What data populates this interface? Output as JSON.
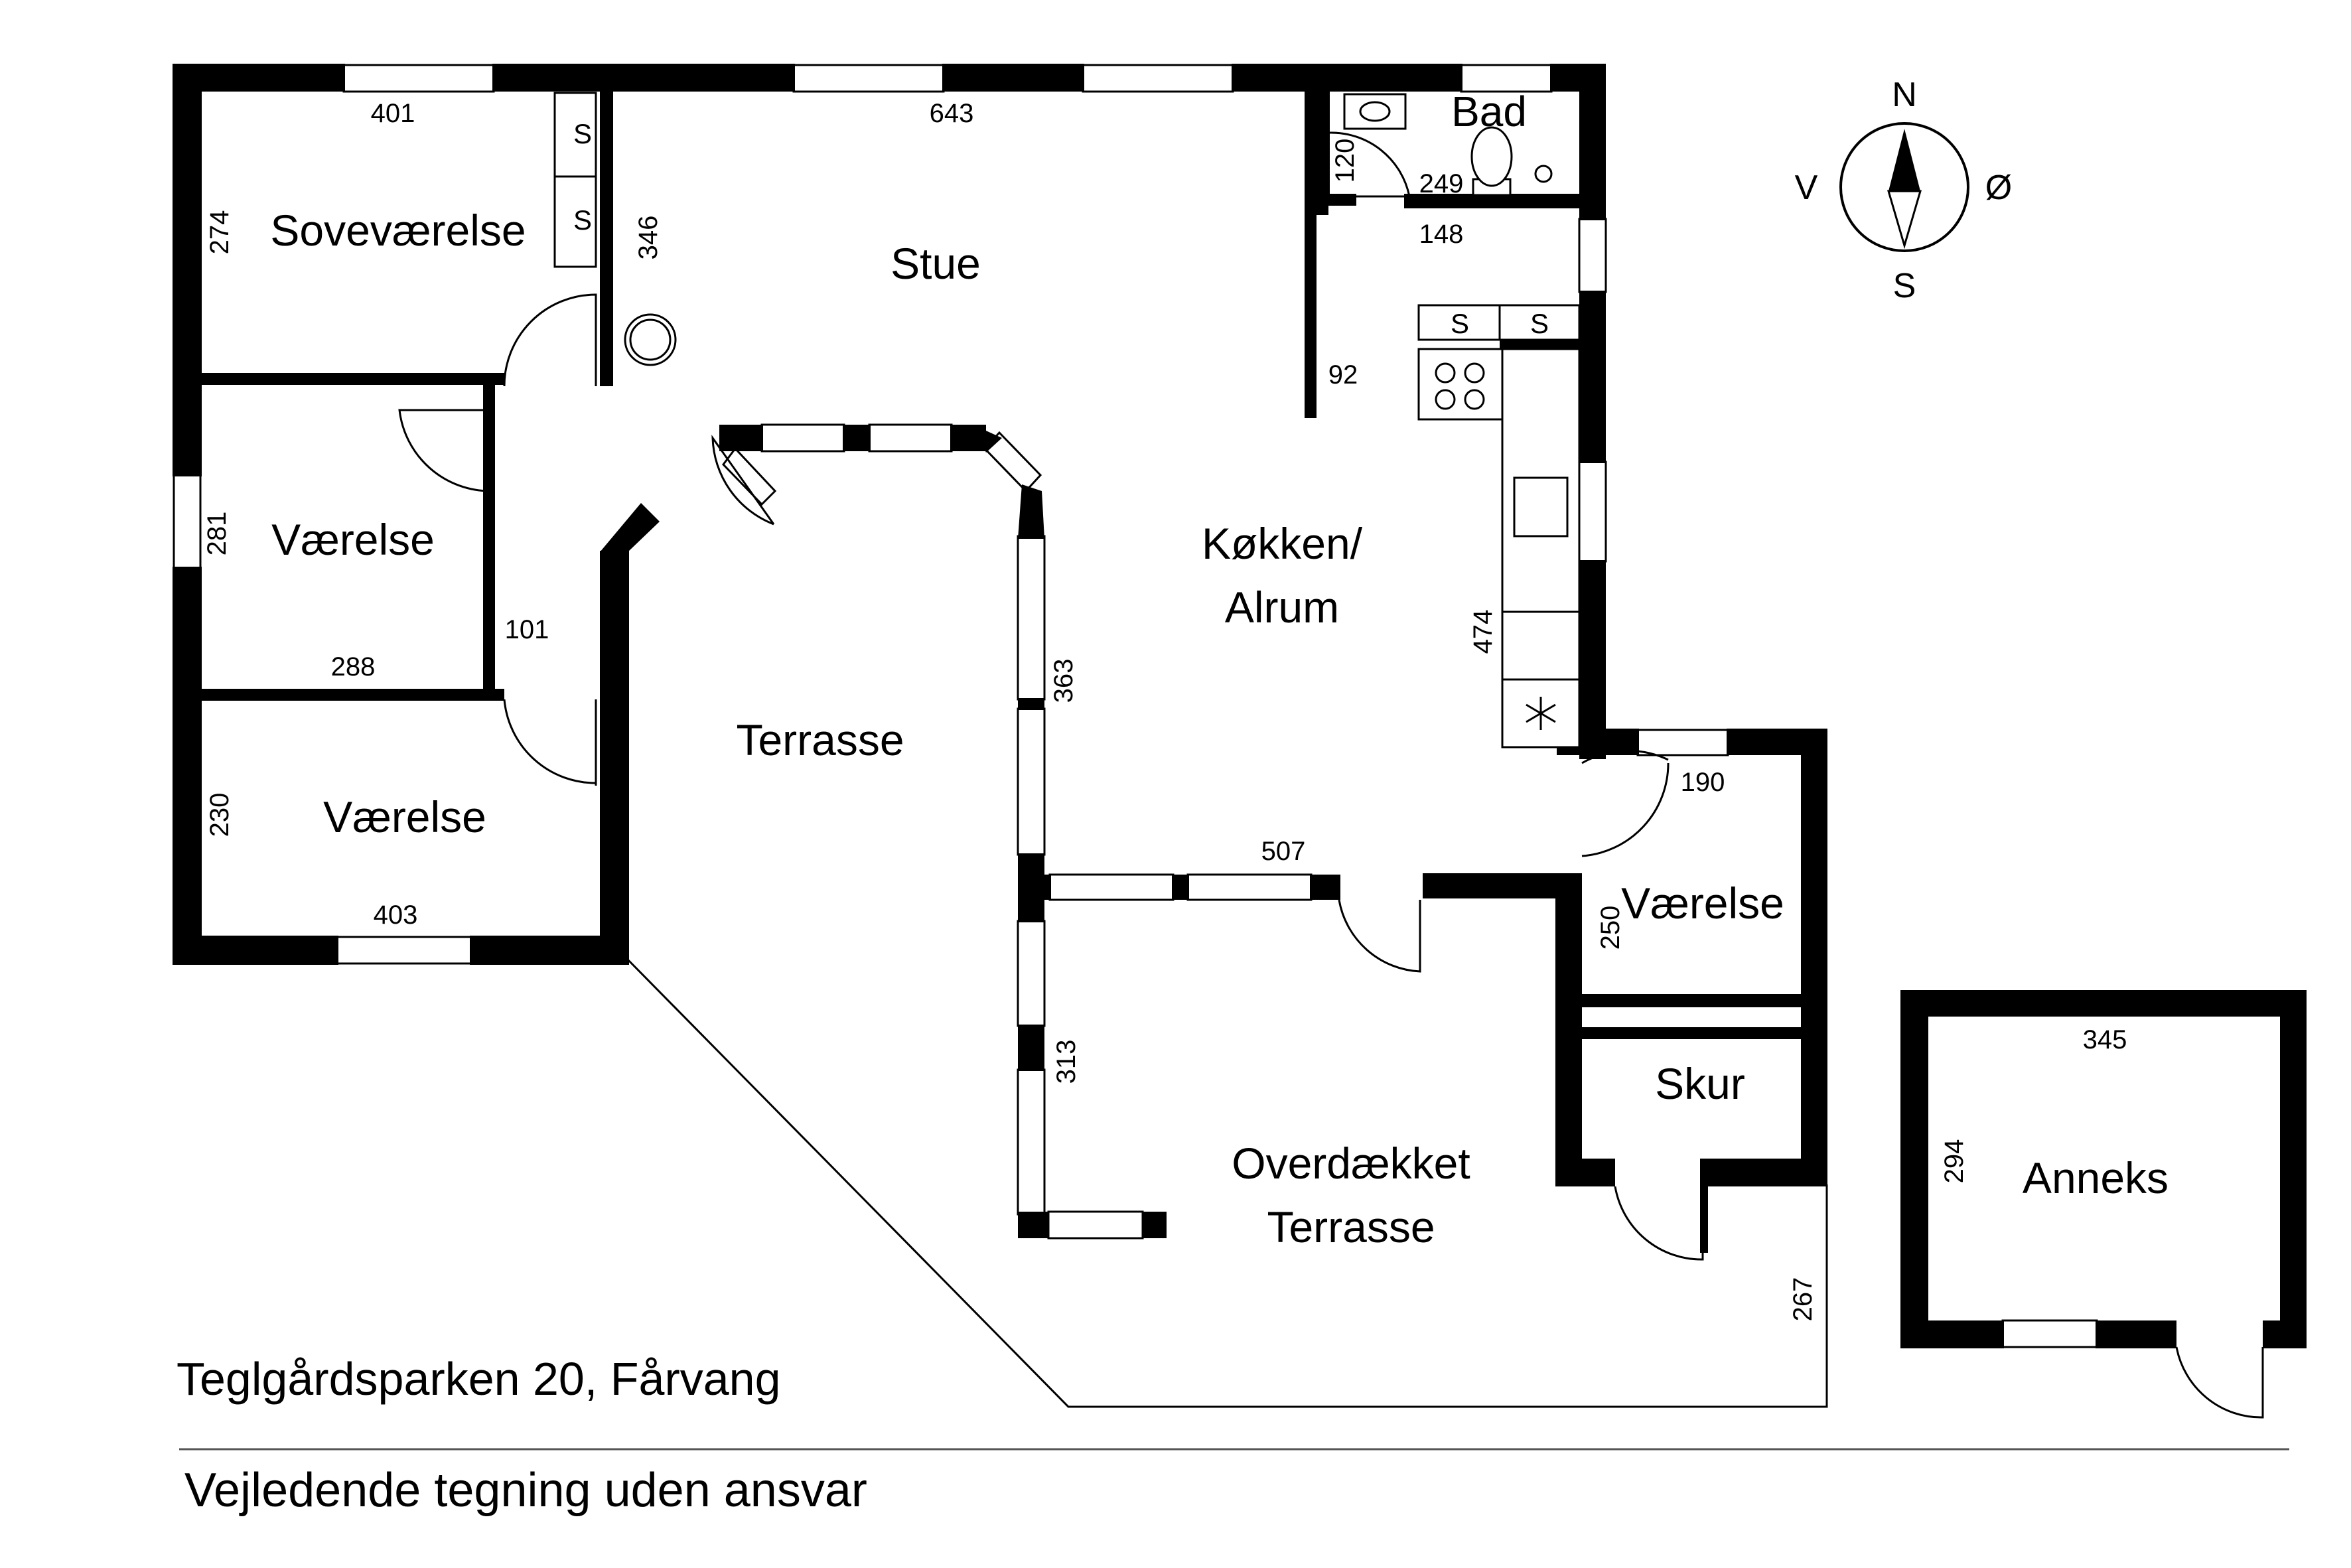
{
  "rooms": {
    "sovevaerelse": "Soveværelse",
    "stue": "Stue",
    "bad": "Bad",
    "vaerelse1": "Værelse",
    "vaerelse2": "Værelse",
    "koekken_line1": "Køkken/",
    "koekken_line2": "Alrum",
    "terrasse": "Terrasse",
    "vaerelse3": "Værelse",
    "skur": "Skur",
    "overdaekket_line1": "Overdækket",
    "overdaekket_line2": "Terrasse",
    "anneks": "Anneks"
  },
  "dimensions": {
    "d401": "401",
    "d274": "274",
    "d346": "346",
    "d643": "643",
    "d120": "120",
    "d249": "249",
    "d148": "148",
    "d92": "92",
    "d281": "281",
    "d288": "288",
    "d101": "101",
    "d230": "230",
    "d403": "403",
    "d363": "363",
    "d474": "474",
    "d507": "507",
    "d190": "190",
    "d250": "250",
    "d313": "313",
    "d267": "267",
    "d345": "345",
    "d294": "294"
  },
  "fixtures": {
    "closet1": "S",
    "closet2": "S",
    "kitchen_closet1": "S",
    "kitchen_closet2": "S",
    "freezer_icon": "snowflake-icon"
  },
  "compass": {
    "north": "N",
    "south": "S",
    "west": "V",
    "east": "Ø"
  },
  "footer": {
    "address": "Teglgårdsparken 20, Fårvang",
    "disclaimer": "Vejledende tegning uden ansvar"
  }
}
